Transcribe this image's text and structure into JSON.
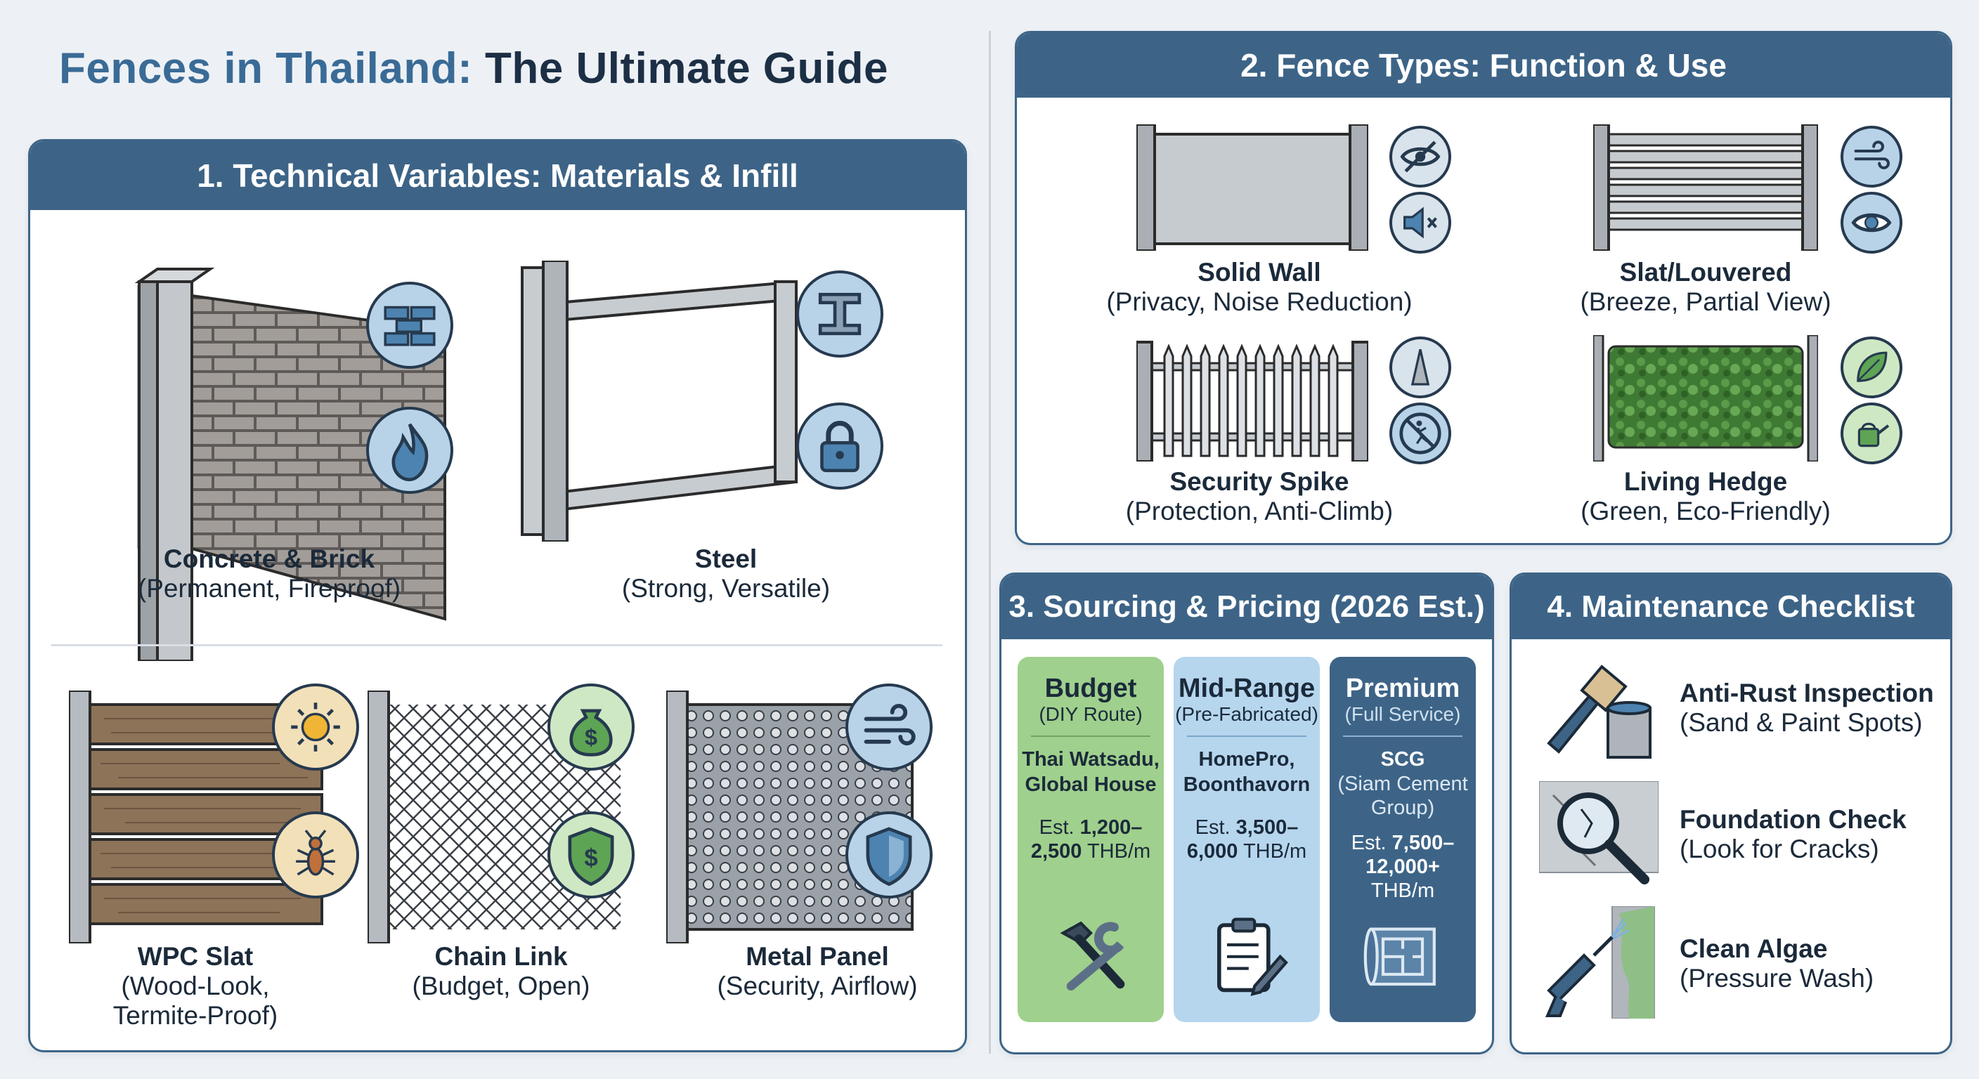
{
  "title": {
    "part1": "Fences in Thailand:",
    "part2": "The Ultimate Guide"
  },
  "section1": {
    "heading": "1. Technical Variables: Materials & Infill",
    "items": [
      {
        "name": "Concrete & Brick",
        "desc": "(Permanent, Fireproof)",
        "icons": [
          "bricks-icon",
          "fire-icon"
        ]
      },
      {
        "name": "Steel",
        "desc": "(Strong, Versatile)",
        "icons": [
          "steel-beam-icon",
          "padlock-icon"
        ]
      },
      {
        "name": "WPC Slat",
        "desc": "(Wood-Look,",
        "desc2": "Termite-Proof)",
        "icons": [
          "sun-icon",
          "termite-icon"
        ]
      },
      {
        "name": "Chain Link",
        "desc": "(Budget, Open)",
        "icons": [
          "money-bag-icon",
          "dollar-shield-icon"
        ]
      },
      {
        "name": "Metal Panel",
        "desc": "(Security, Airflow)",
        "icons": [
          "wind-icon",
          "shield-icon"
        ]
      }
    ]
  },
  "section2": {
    "heading": "2. Fence Types: Function & Use",
    "items": [
      {
        "name": "Solid Wall",
        "desc": "(Privacy, Noise Reduction)",
        "icons": [
          "eye-off-icon",
          "mute-icon"
        ]
      },
      {
        "name": "Slat/Louvered",
        "desc": "(Breeze, Partial View)",
        "icons": [
          "breeze-icon",
          "eye-icon"
        ]
      },
      {
        "name": "Security Spike",
        "desc": "(Protection, Anti-Climb)",
        "icons": [
          "spike-icon",
          "no-climb-icon"
        ]
      },
      {
        "name": "Living Hedge",
        "desc": "(Green, Eco-Friendly)",
        "icons": [
          "leaf-icon",
          "watering-can-icon"
        ]
      }
    ]
  },
  "section3": {
    "heading": "3. Sourcing & Pricing (2026 Est.)",
    "columns": [
      {
        "title": "Budget",
        "subtitle": "(DIY Route)",
        "source": "Thai Watsadu,",
        "source2": "Global House",
        "source3": "",
        "price_prefix": "Est. ",
        "price": "1,200–",
        "price2": "2,500",
        "price_unit": " THB/m",
        "color": "#9fd08d",
        "icon": "hammer-wrench-icon"
      },
      {
        "title": "Mid-Range",
        "subtitle": "(Pre-Fabricated)",
        "source": "HomePro,",
        "source2": "Boonthavorn",
        "source3": "",
        "price_prefix": "Est. ",
        "price": "3,500–",
        "price2": "6,000",
        "price_unit": " THB/m",
        "color": "#b6d6ee",
        "icon": "clipboard-icon"
      },
      {
        "title": "Premium",
        "subtitle": "(Full Service)",
        "source": "SCG",
        "source2": "(Siam Cement",
        "source3": "Group)",
        "price_prefix": "Est. ",
        "price": "7,500–",
        "price2": "12,000+",
        "price_unit": "THB/m",
        "color": "#3d6487",
        "icon": "blueprint-icon"
      }
    ]
  },
  "section4": {
    "heading": "4. Maintenance Checklist",
    "items": [
      {
        "name": "Anti-Rust Inspection",
        "desc": "(Sand & Paint Spots)",
        "icon": "paintbrush-icon"
      },
      {
        "name": "Foundation Check",
        "desc": "(Look for Cracks)",
        "icon": "magnifier-icon"
      },
      {
        "name": "Clean Algae",
        "desc": "(Pressure Wash)",
        "icon": "pressure-washer-icon"
      }
    ]
  }
}
